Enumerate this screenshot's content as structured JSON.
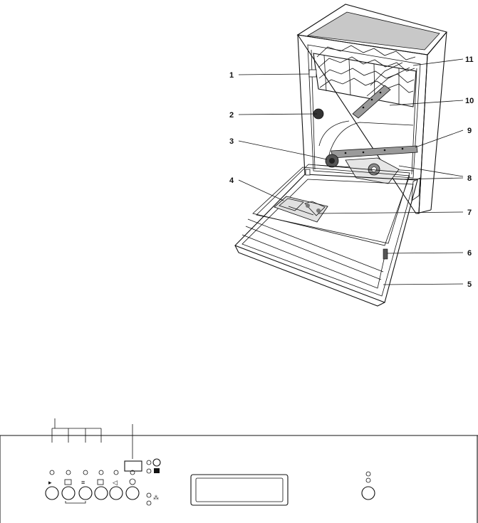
{
  "figure": {
    "callouts": [
      {
        "id": "1",
        "side": "left"
      },
      {
        "id": "2",
        "side": "left"
      },
      {
        "id": "3",
        "side": "left"
      },
      {
        "id": "4",
        "side": "left"
      },
      {
        "id": "11",
        "side": "right"
      },
      {
        "id": "10",
        "side": "right"
      },
      {
        "id": "9",
        "side": "right"
      },
      {
        "id": "8",
        "side": "right"
      },
      {
        "id": "7",
        "side": "right"
      },
      {
        "id": "6",
        "side": "right"
      },
      {
        "id": "5",
        "side": "right"
      }
    ]
  },
  "control_panel": {
    "program_buttons": 5,
    "indicator_lights": 2
  }
}
